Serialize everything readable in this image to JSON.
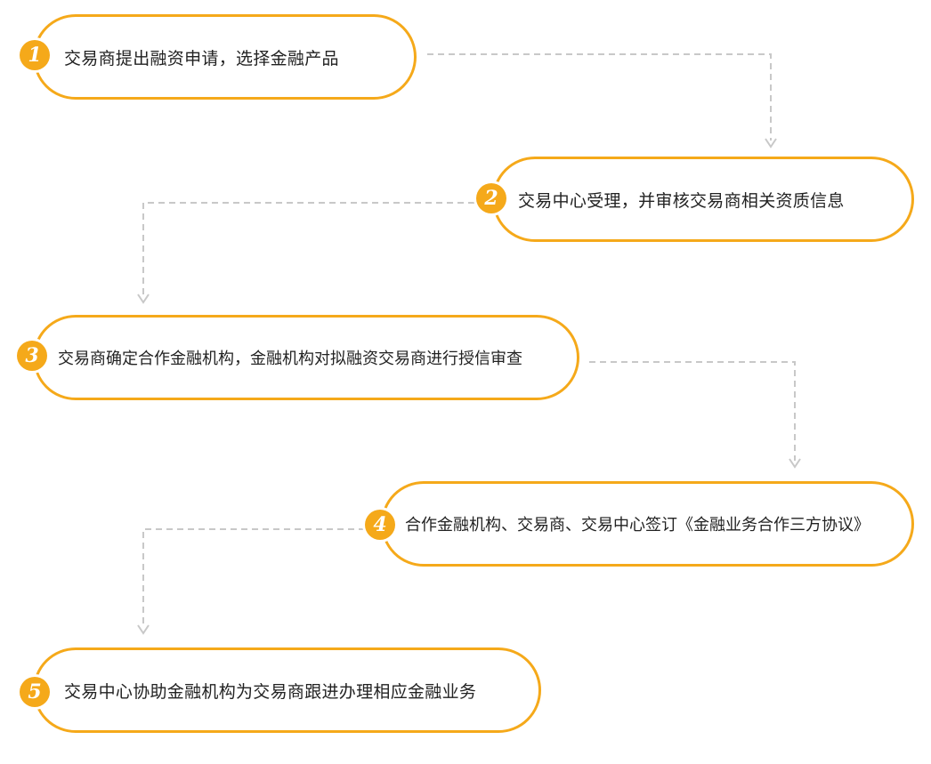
{
  "colors": {
    "accent": "#f5a91a",
    "connector": "#c8c8c8",
    "text": "#222222"
  },
  "steps": [
    {
      "number": "1",
      "text": "交易商提出融资申请，选择金融产品"
    },
    {
      "number": "2",
      "text": "交易中心受理，并审核交易商相关资质信息"
    },
    {
      "number": "3",
      "text": "交易商确定合作金融机构，金融机构对拟融资交易商进行授信审查"
    },
    {
      "number": "4",
      "text": "合作金融机构、交易商、交易中心签订《金融业务合作三方协议》"
    },
    {
      "number": "5",
      "text": "交易中心协助金融机构为交易商跟进办理相应金融业务"
    }
  ]
}
